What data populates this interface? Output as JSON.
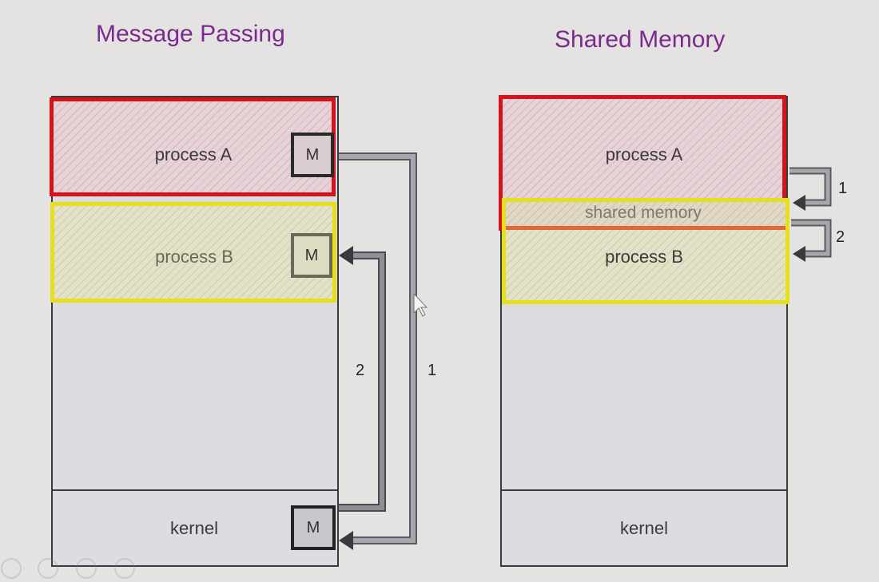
{
  "message_passing": {
    "title": "Message Passing",
    "process_a": "process A",
    "process_b": "process B",
    "kernel": "kernel",
    "m_label": "M",
    "arrow_1": "1",
    "arrow_2": "2"
  },
  "shared_memory": {
    "title": "Shared Memory",
    "process_a": "process A",
    "shared": "shared memory",
    "process_b": "process B",
    "kernel": "kernel",
    "arrow_1": "1",
    "arrow_2": "2"
  },
  "colors": {
    "title": "#7a2a8e",
    "process_a_border": "#d4141c",
    "process_b_border": "#e6e01a",
    "shared_line": "#e0683a"
  }
}
